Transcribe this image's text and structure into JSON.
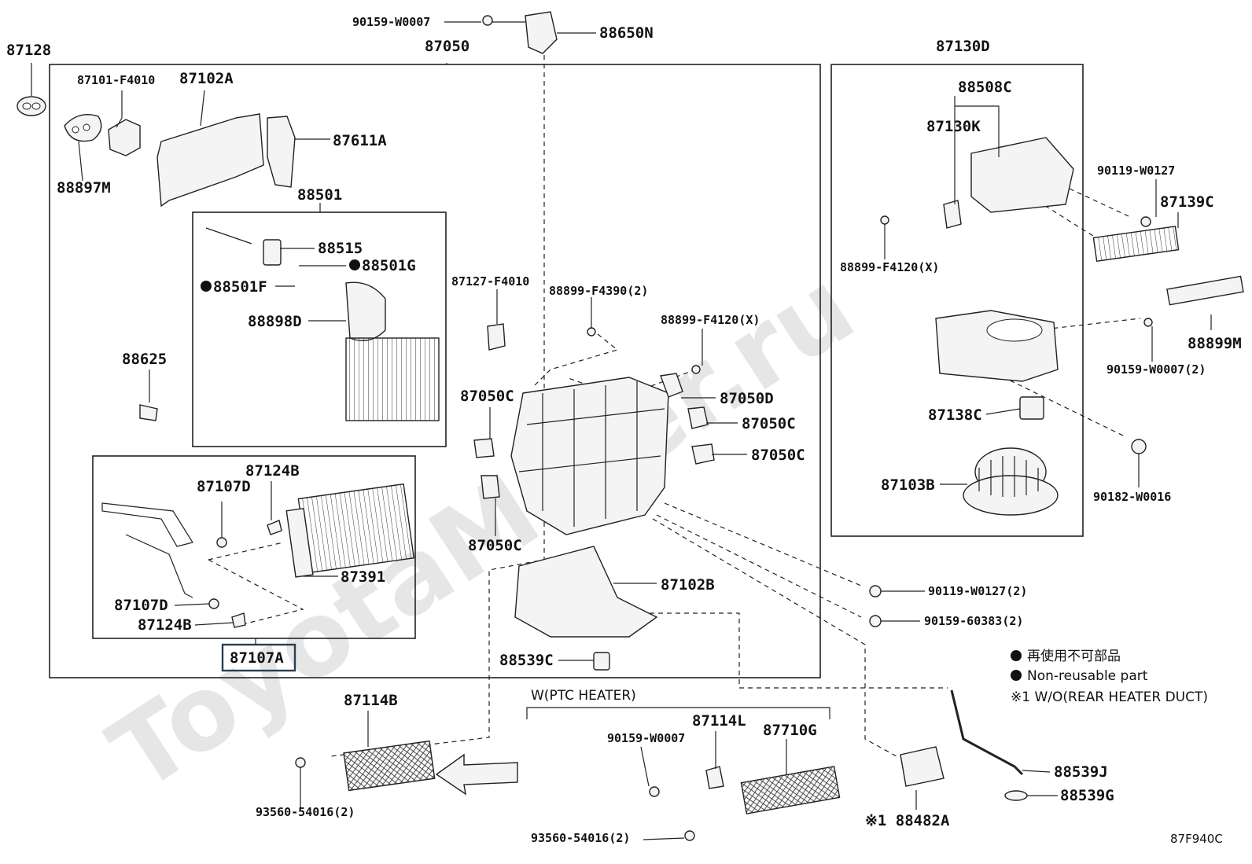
{
  "diagram": {
    "watermark": "ToyotaMiner.ru",
    "code": "87F940C",
    "legend": {
      "line1": "再使用不可部品",
      "line2": "Non-reusable part",
      "line3": "※1 W/O(REAR HEATER DUCT)"
    },
    "section_ptc": "W(PTC HEATER)",
    "labels": {
      "p87128": "87128",
      "p90159_W0007_top": "90159-W0007",
      "p88650N": "88650N",
      "p87050": "87050",
      "p87130D": "87130D",
      "p87101_F4010": "87101-F4010",
      "p87102A": "87102A",
      "p87611A": "87611A",
      "p88897M": "88897M",
      "p88501": "88501",
      "p88515": "88515",
      "p88501G": "88501G",
      "p88501F": "88501F",
      "p88898D": "88898D",
      "p88625": "88625",
      "p87127_F4010": "87127-F4010",
      "p88899_F4390": "88899-F4390(2)",
      "p88899_F4120_mid": "88899-F4120(X)",
      "p87050C_a": "87050C",
      "p87050D": "87050D",
      "p87050C_b": "87050C",
      "p87050C_c": "87050C",
      "p87050C_d": "87050C",
      "p87124B_top": "87124B",
      "p87107D_top": "87107D",
      "p87391": "87391",
      "p87107D_bot": "87107D",
      "p87124B_bot": "87124B",
      "p87107A": "87107A",
      "p87102B": "87102B",
      "p88539C": "88539C",
      "p88508C": "88508C",
      "p87130K": "87130K",
      "p90119_W0127_right": "90119-W0127",
      "p87139C": "87139C",
      "p88899_F4120_right": "88899-F4120(X)",
      "p88899M": "88899M",
      "p90159_W0007_right": "90159-W0007(2)",
      "p87138C": "87138C",
      "p87103B": "87103B",
      "p90182_W0016": "90182-W0016",
      "p90119_W0127_mid": "90119-W0127(2)",
      "p90159_60383": "90159-60383(2)",
      "p87114B": "87114B",
      "p93560_left": "93560-54016(2)",
      "p87114L": "87114L",
      "p90159_W0007_bot": "90159-W0007",
      "p87710G": "87710G",
      "p93560_bot": "93560-54016(2)",
      "p88482A": "※1 88482A",
      "p88539J": "88539J",
      "p88539G": "88539G"
    }
  }
}
